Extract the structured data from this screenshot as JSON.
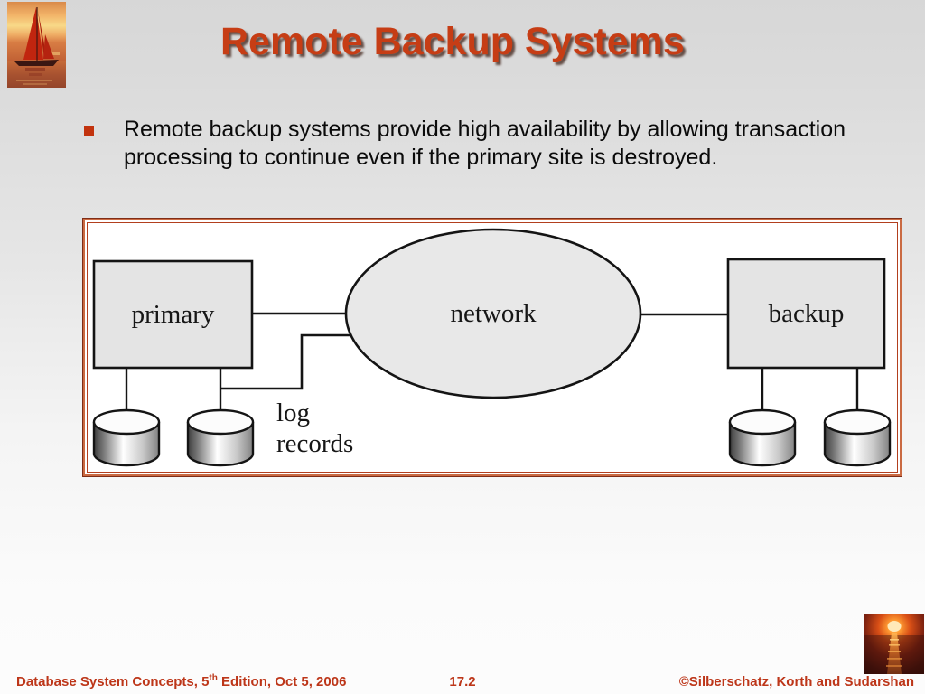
{
  "slide": {
    "title": "Remote Backup Systems",
    "bullet": {
      "lines": [
        "Remote backup systems provide high availability by allowing transaction",
        "processing to continue even if the primary site is destroyed."
      ]
    },
    "diagram": {
      "primary_label": "primary",
      "network_label": "network",
      "backup_label": "backup",
      "log_records_lines": [
        "log",
        "records"
      ]
    },
    "footer": {
      "left_prefix": "Database System Concepts, 5",
      "left_sup": "th",
      "left_suffix": " Edition, Oct 5, 2006",
      "page": "17.2",
      "right": "©Silberschatz, Korth and Sudarshan"
    },
    "images": {
      "top_left": "sailboat-sunset-photo",
      "bottom_right": "ocean-sunset-photo"
    },
    "colors": {
      "title": "#c63d15",
      "footer_text": "#bd3619",
      "bullet_square": "#c2330e",
      "frame_border": "#b23f1e",
      "shape_fill": "#e5e5e5",
      "line": "#141414"
    }
  }
}
